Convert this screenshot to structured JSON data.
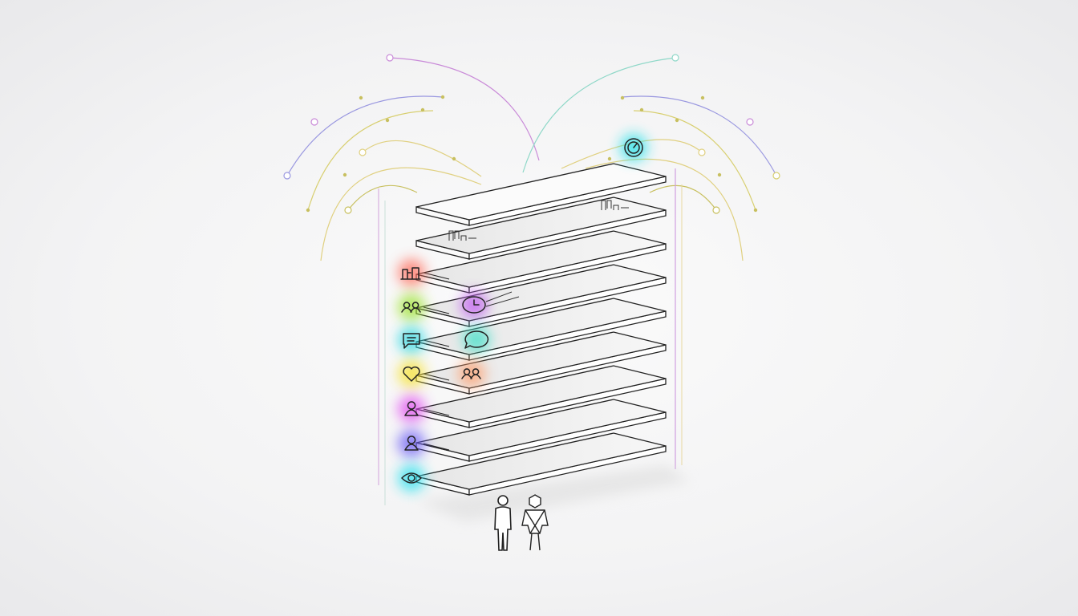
{
  "diagram": {
    "layer_count": 9,
    "side_icons": [
      {
        "icon": "buildings-icon",
        "glow": "#ff6b5a"
      },
      {
        "icon": "people-icon",
        "glow": "#9be22d"
      },
      {
        "icon": "chat-icon",
        "glow": "#2fd8e0"
      },
      {
        "icon": "heart-icon",
        "glow": "#f5e02a"
      },
      {
        "icon": "person-icon",
        "glow": "#e04cf0"
      },
      {
        "icon": "person-icon",
        "glow": "#6a5cf5"
      },
      {
        "icon": "eye-icon",
        "glow": "#26e0ee"
      }
    ],
    "inner_icons": [
      {
        "icon": "clock-icon",
        "glow": "#c05cf0"
      },
      {
        "icon": "chat-bubble-icon",
        "glow": "#3fe0c8"
      },
      {
        "icon": "people-icon",
        "glow": "#ffa070"
      }
    ],
    "top_icon": {
      "icon": "gauge-icon",
      "glow": "#22e0e8"
    },
    "figures": [
      "human-figure",
      "robot-figure"
    ],
    "arc_colors": [
      "#c98ad8",
      "#8fd8c8",
      "#9a98e0",
      "#d8cf70",
      "#e0d080",
      "#c8c060"
    ]
  }
}
